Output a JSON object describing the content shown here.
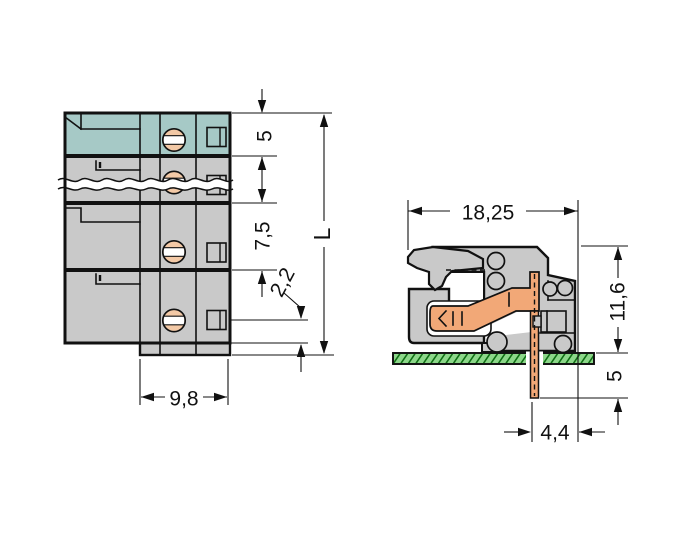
{
  "front_view": {
    "dims": {
      "top_section_height": "5",
      "pole_pitch": "7,5",
      "bottom_offset": "2,2",
      "total_length": "L",
      "protrusion_width": "9,8"
    }
  },
  "side_view": {
    "dims": {
      "overall_depth": "18,25",
      "height_above_pcb": "11,6",
      "pin_length_below_pcb": "5",
      "pin_to_rear_edge": "4,4"
    }
  },
  "colors": {
    "body_gray": "#c9c9c9",
    "highlight_teal": "#a6c9c6",
    "contact_orange": "#f2a877",
    "screw_peach": "#f3c9a6",
    "pcb_green": "#8cd789",
    "pcb_hatch_green": "#0f6e14",
    "outline": "#111111",
    "background": "#ffffff"
  }
}
